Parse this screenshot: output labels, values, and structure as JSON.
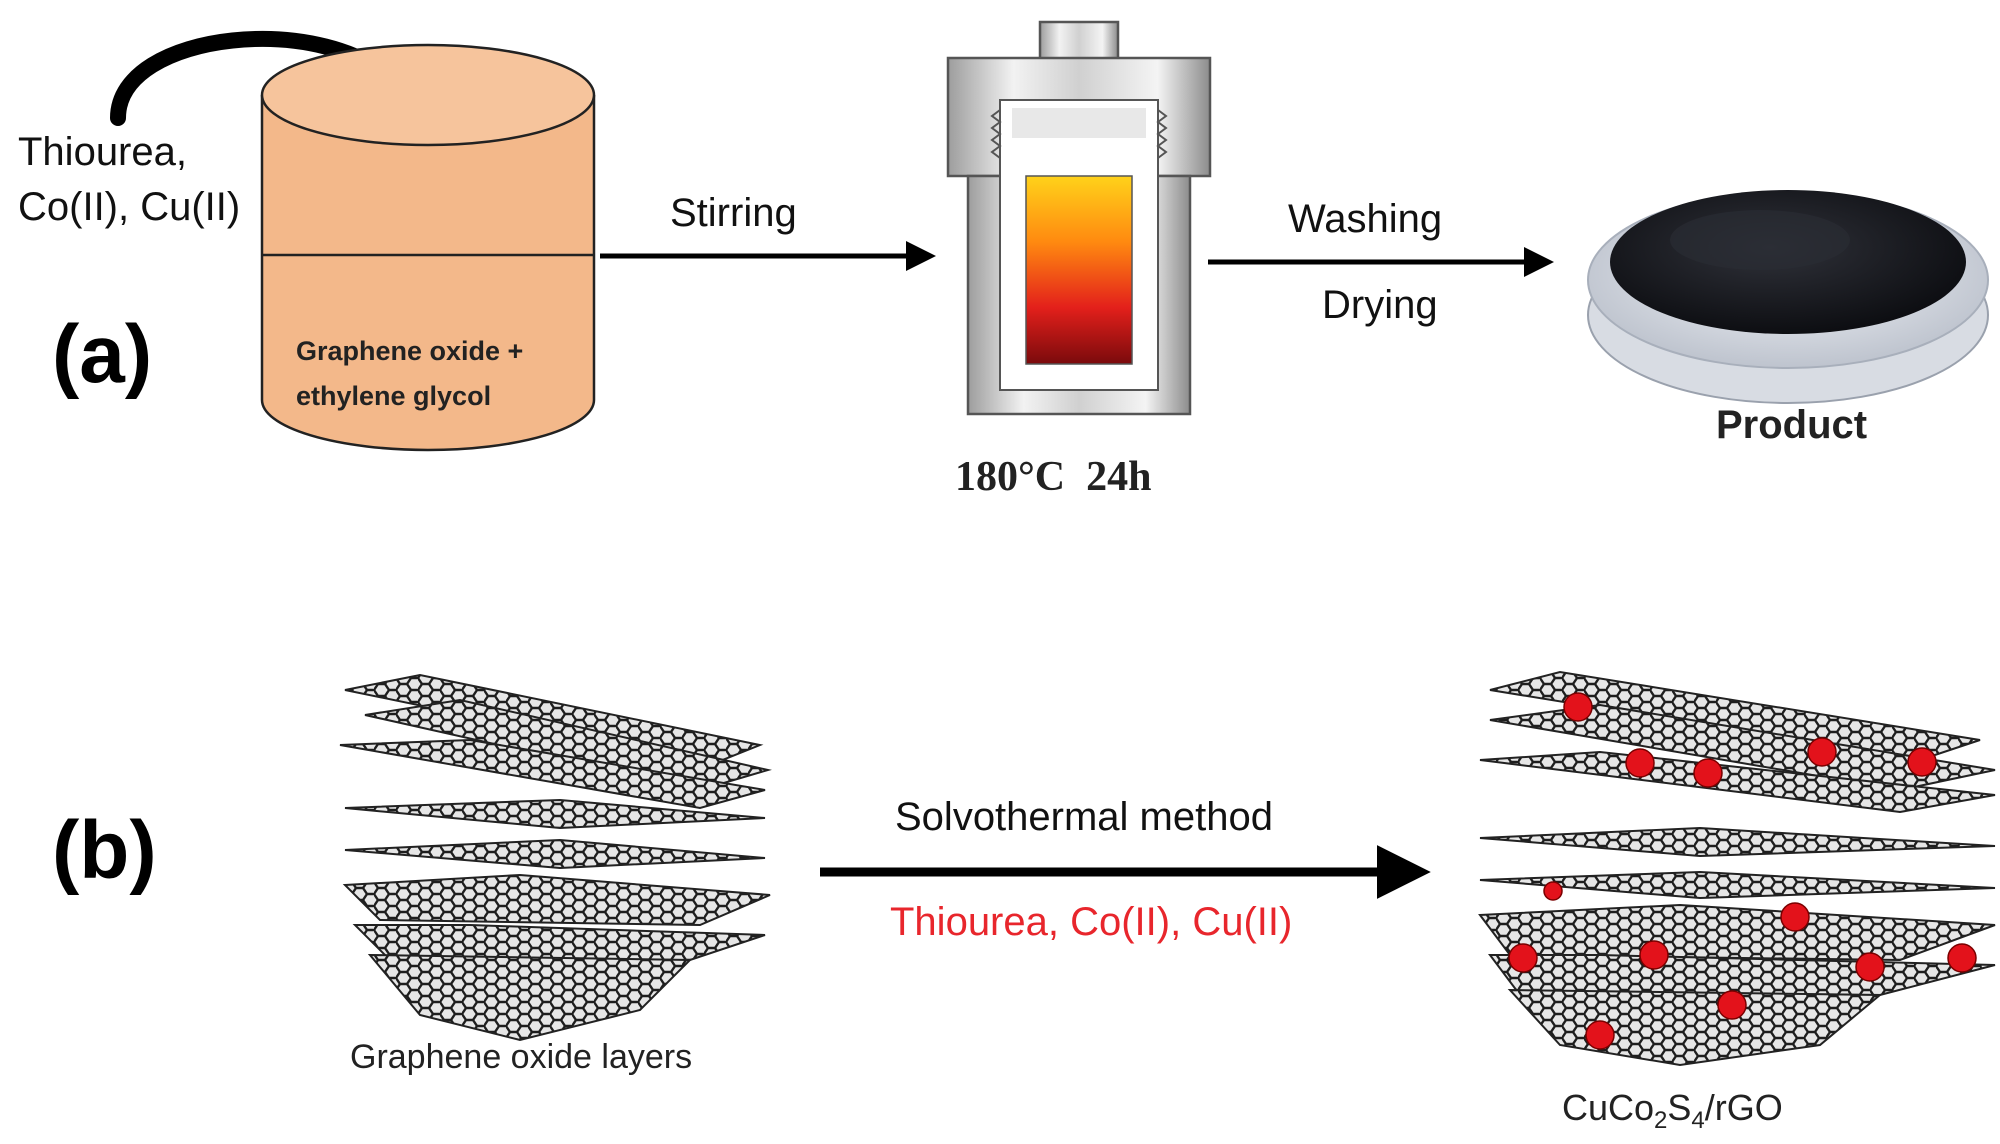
{
  "panel_a": {
    "panel_label": "(a)",
    "reagents_line1": "Thiourea,",
    "reagents_line2": "Co(II), Cu(II)",
    "beaker_line1": "Graphene oxide +",
    "beaker_line2": "ethylene glycol",
    "step1_label": "Stirring",
    "reactor_conditions": "180°C  24h",
    "step2_label_top": "Washing",
    "step2_label_bottom": "Drying",
    "product_label": "Product"
  },
  "panel_b": {
    "panel_label": "(b)",
    "method_label": "Solvothermal method",
    "reagents_label": "Thiourea, Co(II), Cu(II)",
    "start_label": "Graphene oxide layers",
    "product_label_base": "CuCo",
    "product_label_sub1": "2",
    "product_label_mid": "S",
    "product_label_sub2": "4",
    "product_label_tail": "/rGO"
  },
  "colors": {
    "beaker_fill": "#f3b88a",
    "beaker_stroke": "#222222",
    "reagent_red": "#e8262c",
    "particle_red": "#e3121b",
    "powder": "#1c1e24",
    "reactor_gray": "#c9c9c9"
  }
}
